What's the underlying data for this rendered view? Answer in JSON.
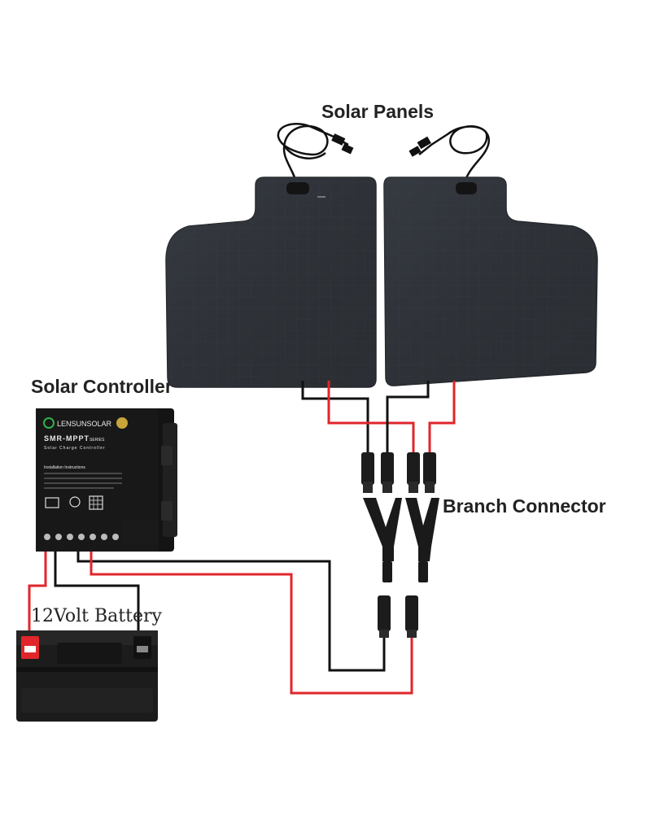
{
  "labels": {
    "solar_panels": "Solar Panels",
    "solar_controller": "Solar Controller",
    "branch_connector": "Branch Connector",
    "battery": "12Volt Battery"
  },
  "controller": {
    "brand": "LENSUNSOLAR",
    "model": "SMR-MPPT",
    "series": "SERIES",
    "subtitle": "Solar Charge Controller",
    "instructions_title": "Installation Instructions"
  },
  "colors": {
    "panel": "#2f3338",
    "controller": "#141414",
    "battery": "#1c1c1c",
    "wire_red": "#e0262b",
    "wire_black": "#111111",
    "text": "#222222"
  }
}
